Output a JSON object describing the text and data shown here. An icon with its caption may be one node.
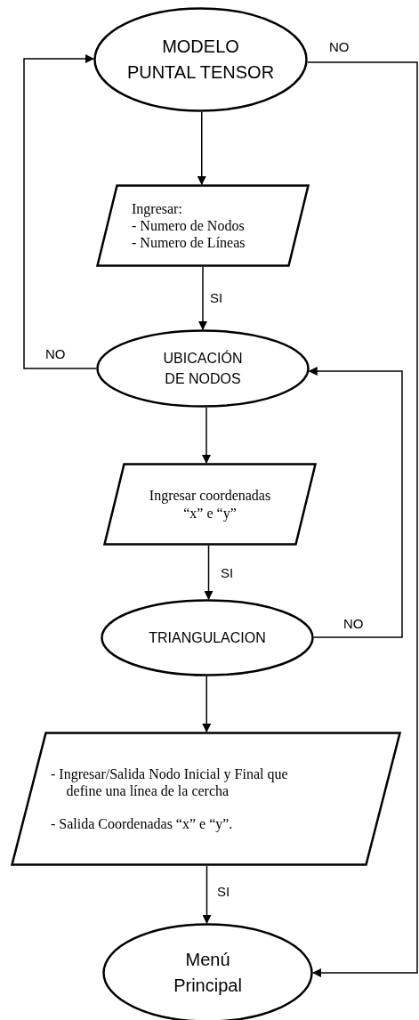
{
  "diagram": {
    "nodes": [
      {
        "text": [
          "MODELO PUNTAL TENSOR"
        ]
      },
      {
        "text": [
          "Ingresar:",
          "- Numero de Nodos",
          "- Numero de Líneas"
        ]
      },
      {
        "text": [
          "UBICACIÓN DE NODOS"
        ]
      },
      {
        "text": [
          "Ingresar coordenadas “x” e “y”"
        ]
      },
      {
        "text": [
          "TRIANGULACION"
        ]
      },
      {
        "text": [
          "- Ingresar/Salida Nodo Inicial y Final que define una línea de la cercha",
          "- Salida Coordenadas “x” e “y”."
        ]
      },
      {
        "text": [
          "Menú Principal"
        ]
      }
    ],
    "edges": [
      {
        "from": 0,
        "to": 1,
        "arrow": "to"
      },
      {
        "from": 1,
        "to": 2,
        "arrow": "to",
        "label": "SI"
      },
      {
        "from": 2,
        "to": 0,
        "arrow": "to",
        "label": "NO"
      },
      {
        "from": 2,
        "to": 3,
        "arrow": "to"
      },
      {
        "from": 3,
        "to": 4,
        "arrow": "to",
        "label": "SI"
      },
      {
        "from": 4,
        "to": 2,
        "arrow": "to",
        "label": "NO"
      },
      {
        "from": 4,
        "to": 5,
        "arrow": "to"
      },
      {
        "from": 5,
        "to": 6,
        "arrow": "to",
        "label": "SI"
      },
      {
        "from": 0,
        "to": 6,
        "arrow": "to",
        "label": "NO"
      }
    ]
  }
}
